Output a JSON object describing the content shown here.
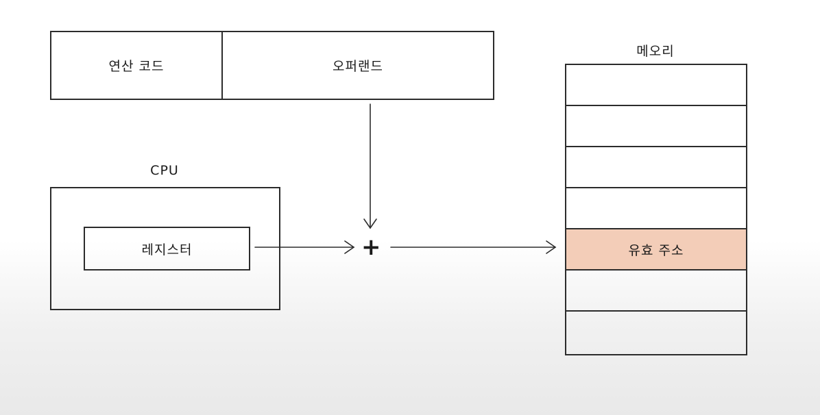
{
  "instruction": {
    "opcode_label": "연산 코드",
    "operand_label": "오퍼랜드"
  },
  "cpu": {
    "title": "CPU",
    "register_label": "레지스터"
  },
  "operator": {
    "symbol": "+"
  },
  "memory": {
    "title": "메오리",
    "rows": [
      {
        "label": "",
        "highlight": false
      },
      {
        "label": "",
        "highlight": false
      },
      {
        "label": "",
        "highlight": false
      },
      {
        "label": "",
        "highlight": false
      },
      {
        "label": "유효 주소",
        "highlight": true
      },
      {
        "label": "",
        "highlight": false
      },
      {
        "label": "",
        "highlight": false
      }
    ],
    "highlight_color": "#f3cdb8"
  }
}
